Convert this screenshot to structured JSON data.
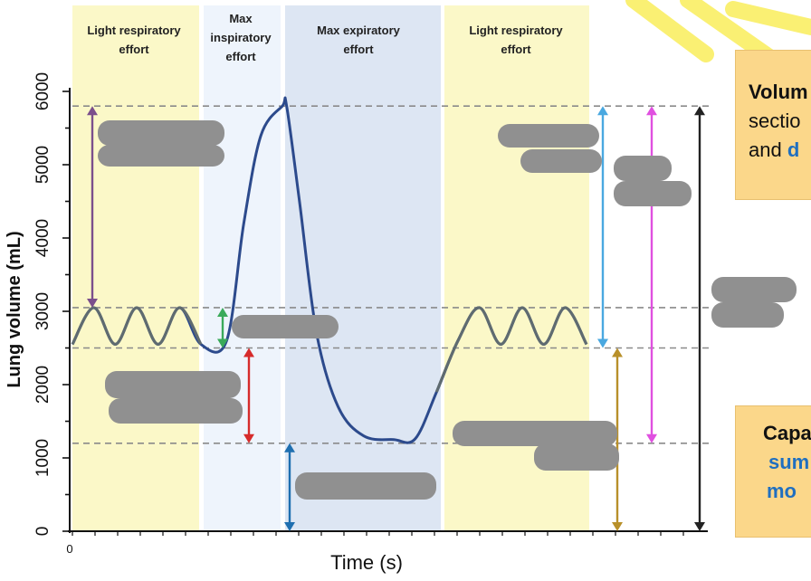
{
  "chart_data": {
    "type": "line",
    "xlabel": "Time (s)",
    "ylabel": "Lung volume (mL)",
    "ylim": [
      0,
      6000
    ],
    "yticks": [
      0,
      1000,
      2000,
      3000,
      4000,
      5000,
      6000
    ],
    "x_tick_labels": [
      "0"
    ],
    "reference_levels": [
      5800,
      3050,
      2500,
      1200
    ],
    "regions": [
      {
        "label_lines": [
          "Light respiratory",
          "effort"
        ],
        "color": "#fbf8c8"
      },
      {
        "label_lines": [
          "Max",
          "inspiratory",
          "effort"
        ],
        "color": "#eef4fc"
      },
      {
        "label_lines": [
          "Max expiratory",
          "effort"
        ],
        "color": "#dde6f3"
      },
      {
        "label_lines": [
          "Light respiratory",
          "effort"
        ],
        "color": "#fbf8c8"
      }
    ],
    "series": [
      {
        "color": "#2c4a8c",
        "points": [
          [
            0.0,
            2550
          ],
          [
            0.5,
            3050
          ],
          [
            1.0,
            2550
          ],
          [
            1.5,
            3050
          ],
          [
            2.0,
            2550
          ],
          [
            2.5,
            3050
          ],
          [
            3.0,
            2550
          ],
          [
            3.6,
            2600
          ],
          [
            4.0,
            4200
          ],
          [
            4.4,
            5400
          ],
          [
            4.9,
            5800
          ],
          [
            5.0,
            5800
          ],
          [
            5.3,
            4500
          ],
          [
            5.7,
            2700
          ],
          [
            6.2,
            1700
          ],
          [
            6.8,
            1300
          ],
          [
            7.5,
            1250
          ],
          [
            8.0,
            1260
          ],
          [
            8.5,
            1900
          ],
          [
            9.0,
            2600
          ],
          [
            9.5,
            3050
          ],
          [
            10.0,
            2550
          ],
          [
            10.5,
            3050
          ],
          [
            11.0,
            2550
          ],
          [
            11.5,
            3050
          ],
          [
            12.0,
            2550
          ]
        ]
      }
    ],
    "arrows": [
      {
        "color": "#7b4f8c",
        "from": 5800,
        "to": 3050
      },
      {
        "color": "#3aaa5a",
        "from": 3050,
        "to": 2500
      },
      {
        "color": "#d62b2b",
        "from": 2500,
        "to": 1200
      },
      {
        "color": "#1f6fb0",
        "from": 1200,
        "to": 0
      },
      {
        "color": "#4aa8e0",
        "from": 5800,
        "to": 2500
      },
      {
        "color": "#b8902a",
        "from": 2500,
        "to": 0
      },
      {
        "color": "#e050e0",
        "from": 5800,
        "to": 1200
      },
      {
        "color": "#222222",
        "from": 5800,
        "to": 0
      }
    ]
  },
  "notes": {
    "volume_box": {
      "line1": "Volum",
      "line2": "sectio",
      "line3_plain": "and ",
      "line3_blue": "d"
    },
    "capacity_box": {
      "line1": "Capa",
      "line2": "sum",
      "line3": "mo"
    }
  },
  "colors": {
    "highlight": "#f5e400",
    "redaction": "#909090",
    "curve": "#2c4a8c",
    "dashed": "#8a8a8a"
  }
}
